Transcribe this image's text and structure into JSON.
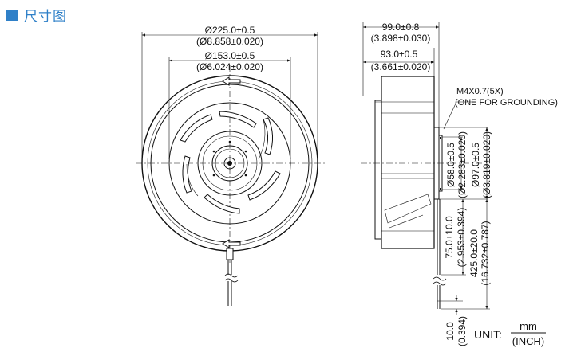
{
  "header": {
    "title": "尺寸图",
    "accent_color": "#2f80c8",
    "square_icon": "blue-square-icon"
  },
  "front_view": {
    "outer_dia_mm": "Ø225.0±0.5",
    "outer_dia_in": "(Ø8.858±0.020)",
    "inner_dia_mm": "Ø153.0±0.5",
    "inner_dia_in": "(Ø6.024±0.020)"
  },
  "side_view": {
    "depth_mm": "99.0±0.8",
    "depth_in": "(3.898±0.030)",
    "body_mm": "93.0±0.5",
    "body_in": "(3.661±0.020)",
    "screw_note_1": "M4X0.7(5X)",
    "screw_note_2": "(ONE FOR GROUNDING)",
    "hub_dia_mm": "Ø58.0±0.5",
    "hub_dia_in": "(Ø2.283±0.020)",
    "mount_dia_mm": "Ø97.0±0.5",
    "mount_dia_in": "(Ø3.819±0.020)",
    "lead_short_mm": "75.0±10.0",
    "lead_short_in": "(2.953±0.394)",
    "lead_long_mm": "425.0±20.0",
    "lead_long_in": "(16.732±0.787)",
    "strip_mm": "10.0",
    "strip_in": "(0.394)"
  },
  "unit": {
    "label": "UNIT:",
    "mm": "mm",
    "inch": "(INCH)"
  }
}
